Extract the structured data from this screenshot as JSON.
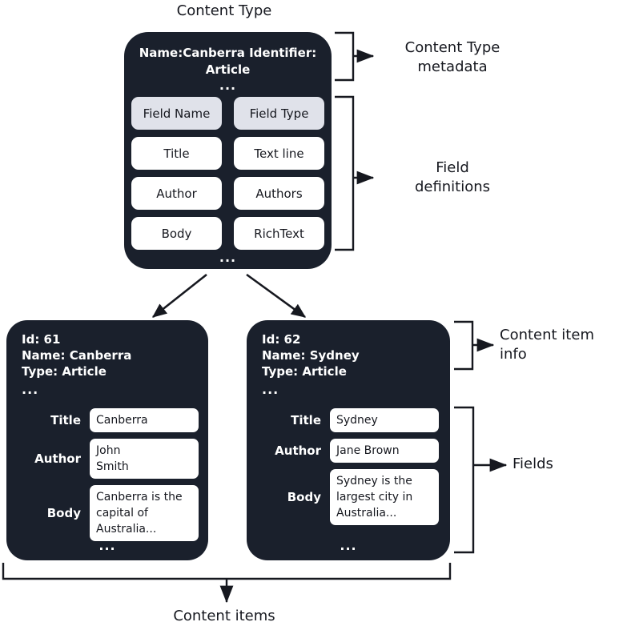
{
  "captions": {
    "top": "Content Type",
    "bottom": "Content items"
  },
  "side_labels": {
    "content_type_metadata": "Content Type\nmetadata",
    "field_definitions": "Field\ndefinitions",
    "content_item_info": "Content item\ninfo",
    "fields": "Fields"
  },
  "content_type": {
    "metadata": "Name:Canberra\nIdentifier: Article",
    "metadata_ellipsis": "...",
    "bottom_ellipsis": "...",
    "field_table": {
      "headers": [
        "Field Name",
        "Field Type"
      ],
      "rows": [
        [
          "Title",
          "Text line"
        ],
        [
          "Author",
          "Authors"
        ],
        [
          "Body",
          "RichText"
        ]
      ]
    }
  },
  "content_items": [
    {
      "header": "Id: 61\nName: Canberra\nType: Article",
      "header_ellipsis": "...",
      "bottom_ellipsis": "...",
      "fields": [
        {
          "label": "Title",
          "value": "Canberra"
        },
        {
          "label": "Author",
          "value": "John\nSmith"
        },
        {
          "label": "Body",
          "value": "Canberra is the\ncapital of\nAustralia..."
        }
      ]
    },
    {
      "header": "Id: 62\nName: Sydney\nType: Article",
      "header_ellipsis": "...",
      "bottom_ellipsis": "...",
      "fields": [
        {
          "label": "Title",
          "value": "Sydney"
        },
        {
          "label": "Author",
          "value": "Jane Brown"
        },
        {
          "label": "Body",
          "value": "Sydney is the\nlargest city in\nAustralia..."
        }
      ]
    }
  ],
  "colors": {
    "card_background": "#1a202c",
    "card_text": "#ffffff",
    "pill_background": "#ffffff",
    "pill_header_background": "#e0e2ea",
    "page_background": "#ffffff",
    "line": "#16181f"
  }
}
